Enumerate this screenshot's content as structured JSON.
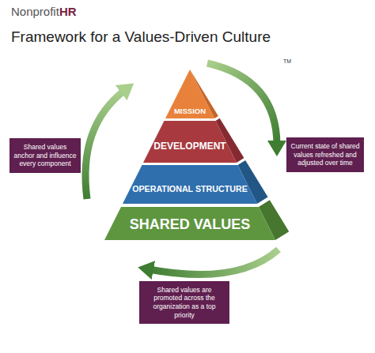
{
  "diagram": {
    "title": "Framework for a Values-Driven Culture",
    "nodes": [
      {
        "text": [
          "MISSION"
        ]
      },
      {
        "text": [
          "DEVELOPMENT"
        ]
      },
      {
        "text": [
          "OPERATIONAL STRUCTURE"
        ]
      },
      {
        "text": [
          "SHARED VALUES"
        ]
      },
      {
        "text": [
          "Shared values anchor and influence every component"
        ]
      },
      {
        "text": [
          "Current state of shared values refreshed and adjusted over time"
        ]
      },
      {
        "text": [
          "Shared values are promoted across the organization as a top priority"
        ]
      }
    ],
    "labels": [
      "Nonprofit",
      "HR",
      "TM"
    ]
  }
}
